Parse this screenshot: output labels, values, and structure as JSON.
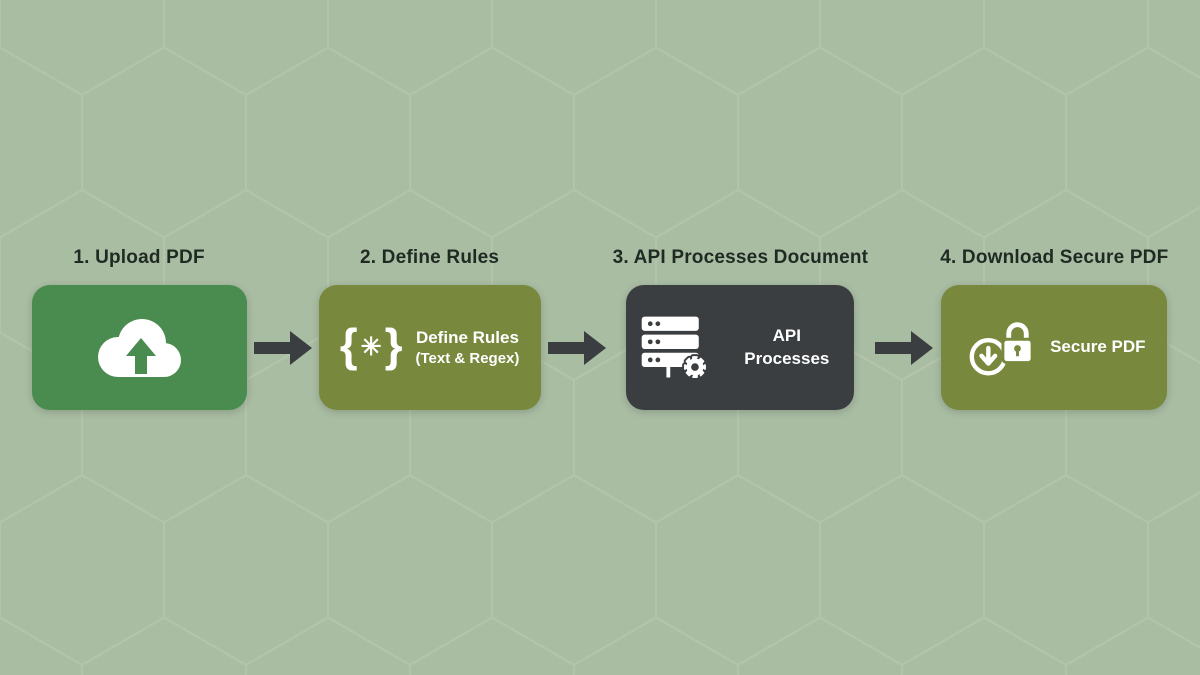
{
  "colors": {
    "background": "#a9bda3",
    "hex_pattern_line": "#b6c7af",
    "step_green": "#4a8b50",
    "step_olive": "#78883d",
    "step_dark": "#3a3e41",
    "arrow": "#3a3e41",
    "label_text": "#1f2a23",
    "box_text": "#ffffff"
  },
  "steps": [
    {
      "label": "1. Upload PDF",
      "icon": "cloud-upload-icon"
    },
    {
      "label": "2. Define Rules",
      "icon": "braces-asterisk-icon",
      "glyphs": {
        "open": "{",
        "asterisk": "✳",
        "close": "}"
      },
      "title": "Define Rules",
      "subtitle": "(Text & Regex)"
    },
    {
      "label": "3. API Processes Document",
      "icon": "server-gear-icon",
      "title": "API Processes"
    },
    {
      "label": "4. Download Secure PDF",
      "icon": "download-lock-icon",
      "title": "Secure PDF"
    }
  ]
}
